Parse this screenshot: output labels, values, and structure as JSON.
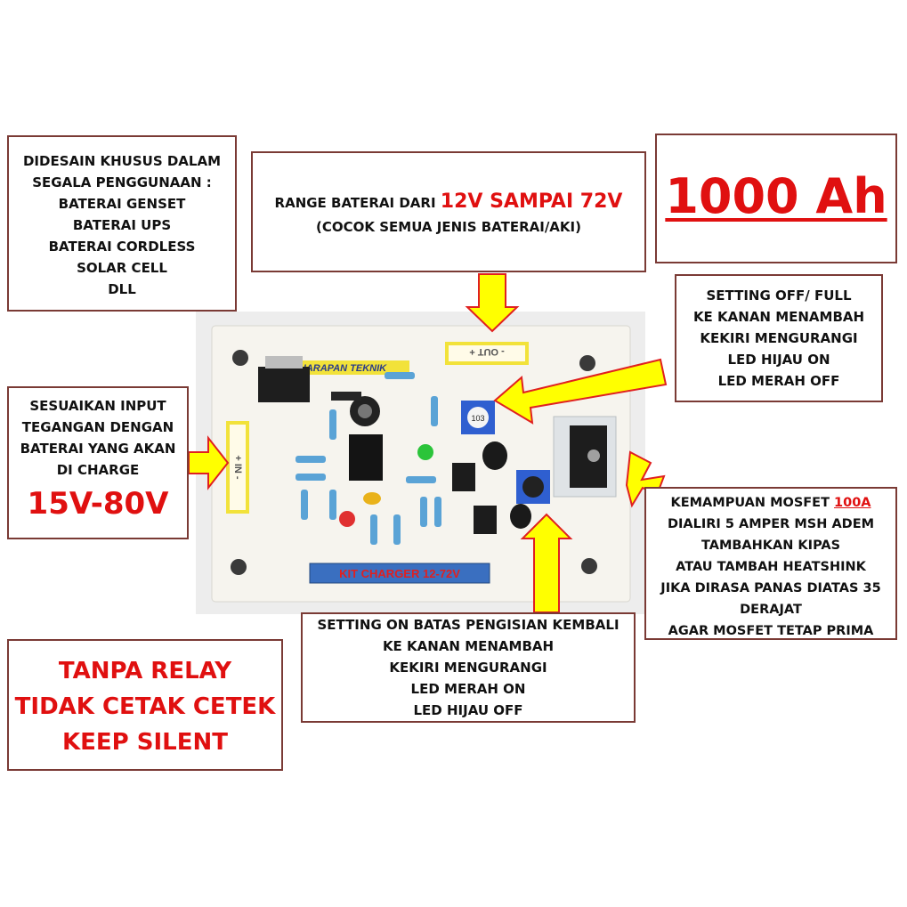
{
  "box_usage": {
    "lines": [
      "DIDESAIN KHUSUS DALAM",
      "SEGALA PENGGUNAAN :",
      "BATERAI GENSET",
      "BATERAI UPS",
      "BATERAI CORDLESS",
      "SOLAR CELL",
      "DLL"
    ]
  },
  "box_range": {
    "prefix": "RANGE BATERAI DARI ",
    "highlight": "12V SAMPAI 72V",
    "line2": "(COCOK SEMUA JENIS BATERAI/AKI)"
  },
  "box_capacity": {
    "text": "1000 Ah"
  },
  "box_setting_off": {
    "lines": [
      "SETTING OFF/ FULL",
      "KE KANAN MENAMBAH",
      "KEKIRI MENGURANGI",
      "LED HIJAU ON",
      "LED MERAH OFF"
    ]
  },
  "box_input": {
    "lines": [
      "SESUAIKAN INPUT",
      "TEGANGAN DENGAN",
      "BATERAI YANG AKAN",
      "DI CHARGE"
    ],
    "voltage": "15V-80V"
  },
  "box_mosfet": {
    "line1_prefix": "KEMAMPUAN MOSFET ",
    "line1_highlight": "100A",
    "lines": [
      "DIALIRI 5 AMPER MSH ADEM",
      "TAMBAHKAN KIPAS",
      "ATAU TAMBAH HEATSHINK",
      "JIKA DIRASA PANAS DIATAS 35",
      "DERAJAT",
      "AGAR MOSFET TETAP PRIMA"
    ]
  },
  "box_setting_on": {
    "lines": [
      "SETTING ON BATAS PENGISIAN KEMBALI",
      "KE KANAN MENAMBAH",
      "KEKIRI MENGURANGI",
      "LED MERAH ON",
      "LED HIJAU OFF"
    ]
  },
  "box_relay": {
    "lines": [
      "TANPA RELAY",
      "TIDAK CETAK CETEK",
      "KEEP SILENT"
    ]
  },
  "board": {
    "brand_label": "HARAPAN TEKNIK",
    "kit_label": "KIT CHARGER 12-72V",
    "out_label": "- OUT +",
    "in_label": "+ IN -",
    "pot_label": "103"
  },
  "colors": {
    "border": "#7a3a35",
    "accent_red": "#e01010",
    "arrow_fill": "#ffff00",
    "arrow_stroke": "#e02020",
    "board_white": "#f4f2ec",
    "label_blue": "#3a6fc0",
    "label_yellow": "#f2e23a"
  }
}
